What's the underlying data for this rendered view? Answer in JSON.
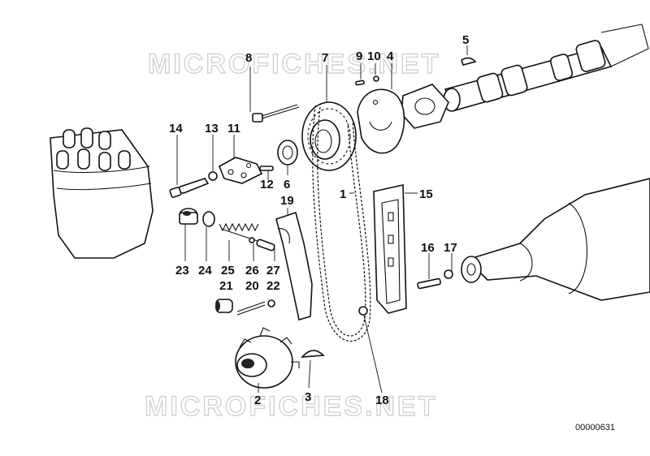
{
  "watermark": "MICROFICHES.NET",
  "figure_number": "00000631",
  "callouts": [
    {
      "id": "c1",
      "label": "1"
    },
    {
      "id": "c2",
      "label": "2"
    },
    {
      "id": "c3",
      "label": "3"
    },
    {
      "id": "c4",
      "label": "4"
    },
    {
      "id": "c5",
      "label": "5"
    },
    {
      "id": "c6",
      "label": "6"
    },
    {
      "id": "c7",
      "label": "7"
    },
    {
      "id": "c8",
      "label": "8"
    },
    {
      "id": "c9",
      "label": "9"
    },
    {
      "id": "c10",
      "label": "10"
    },
    {
      "id": "c11",
      "label": "11"
    },
    {
      "id": "c12",
      "label": "12"
    },
    {
      "id": "c13",
      "label": "13"
    },
    {
      "id": "c14",
      "label": "14"
    },
    {
      "id": "c15",
      "label": "15"
    },
    {
      "id": "c16",
      "label": "16"
    },
    {
      "id": "c17",
      "label": "17"
    },
    {
      "id": "c18",
      "label": "18"
    },
    {
      "id": "c19",
      "label": "19"
    },
    {
      "id": "c20",
      "label": "20"
    },
    {
      "id": "c21",
      "label": "21"
    },
    {
      "id": "c22",
      "label": "22"
    },
    {
      "id": "c23",
      "label": "23"
    },
    {
      "id": "c24",
      "label": "24"
    },
    {
      "id": "c25",
      "label": "25"
    },
    {
      "id": "c26",
      "label": "26"
    },
    {
      "id": "c27",
      "label": "27"
    }
  ]
}
